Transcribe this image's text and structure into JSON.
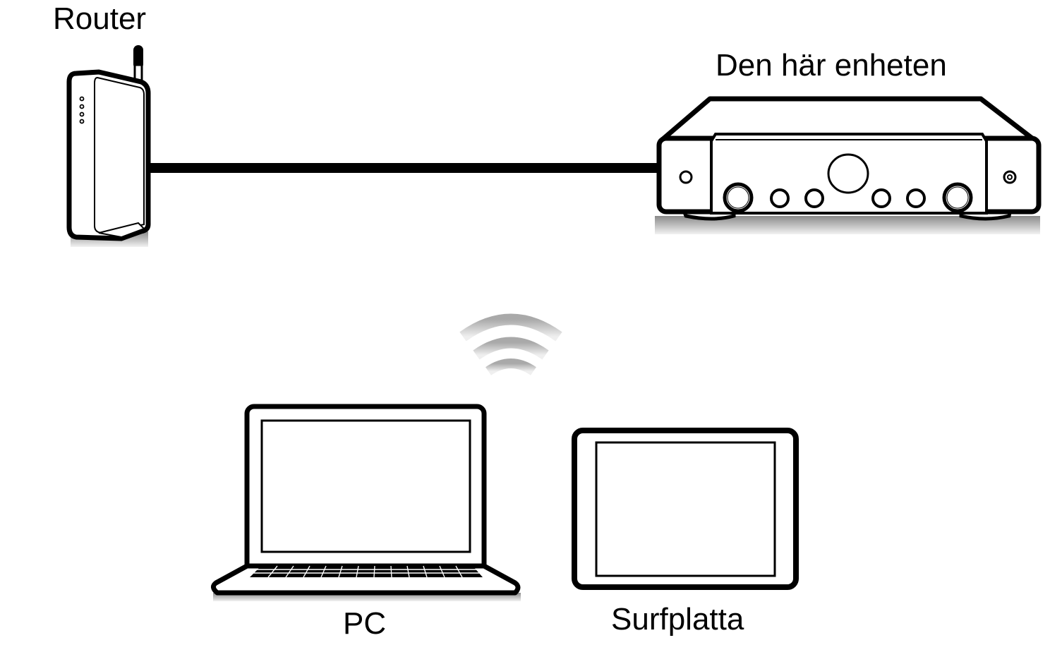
{
  "diagram": {
    "type": "network-connection",
    "nodes": {
      "router": {
        "label": "Router",
        "icon": "router-icon"
      },
      "device": {
        "label": "Den här enheten",
        "icon": "amplifier-icon"
      },
      "pc": {
        "label": "PC",
        "icon": "laptop-icon"
      },
      "tablet": {
        "label": "Surfplatta",
        "icon": "tablet-icon"
      }
    },
    "connections": [
      {
        "from": "router",
        "to": "device",
        "kind": "wired"
      },
      {
        "from": "router",
        "to": "pc",
        "kind": "wireless"
      },
      {
        "from": "router",
        "to": "tablet",
        "kind": "wireless"
      }
    ],
    "wireless_icon": "wifi-icon"
  }
}
